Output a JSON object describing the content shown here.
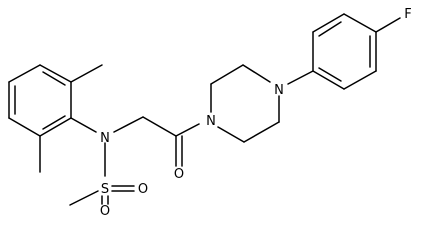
{
  "molecule": {
    "atoms": {
      "n_amide": "N",
      "n_pip_left": "N",
      "n_pip_right": "N",
      "s": "S",
      "o_sulfonyl_upper": "O",
      "o_sulfonyl_lower": "O",
      "o_carbonyl": "O",
      "f": "F"
    }
  }
}
